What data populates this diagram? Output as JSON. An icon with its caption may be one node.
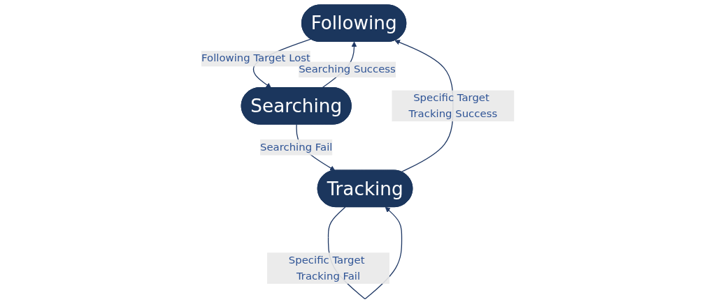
{
  "diagram": {
    "nodes": [
      {
        "text": [
          "Following"
        ]
      },
      {
        "text": [
          "Searching"
        ]
      },
      {
        "text": [
          "Tracking"
        ]
      }
    ],
    "edges": [
      {
        "from": 0,
        "to": 1,
        "arrow": "to",
        "label": "Following Target Lost"
      },
      {
        "from": 1,
        "to": 0,
        "arrow": "to",
        "label": "Searching Success"
      },
      {
        "from": 1,
        "to": 2,
        "arrow": "to",
        "label": "Searching Fail"
      },
      {
        "from": 2,
        "to": 0,
        "arrow": "to",
        "label": "Specific Target Tracking Success"
      },
      {
        "from": 2,
        "to": 2,
        "arrow": "to",
        "label": "Specific Target Tracking Fail"
      }
    ]
  }
}
